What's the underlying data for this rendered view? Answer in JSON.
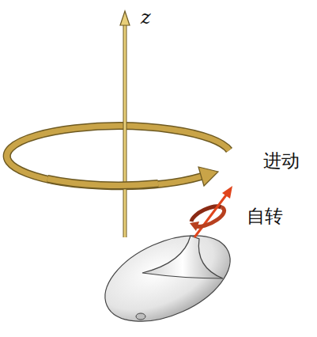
{
  "diagram": {
    "labels": [
      "z",
      "进动",
      "自转"
    ]
  }
}
